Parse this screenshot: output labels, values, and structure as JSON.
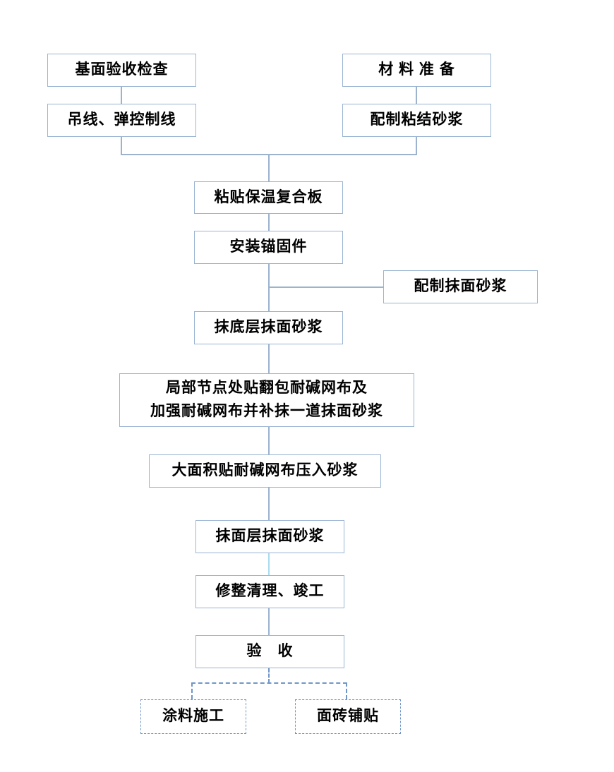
{
  "page": {
    "background": "#ffffff",
    "description": "External wall insulation composite board construction process flowchart"
  },
  "colors": {
    "box_border": "#99b4d2",
    "connector": "#9cb2cd",
    "connector_highlight": "#a9dcee",
    "dashed_connector": "#7096c8",
    "text": "#000000"
  },
  "flowchart": {
    "nodes": {
      "base_inspection": "基面验收检查",
      "material_prep": "材 料 准 备",
      "hang_control_lines": "吊线、弹控制线",
      "bonding_mortar_prep": "配制粘结砂浆",
      "paste_insulation_board": "粘贴保温复合板",
      "install_anchors": "安装锚固件",
      "plaster_mortar_prep": "配制抹面砂浆",
      "base_coat_plaster": "抹底层抹面砂浆",
      "local_node_mesh": "局部节点处贴翻包耐碱网布及\n加强耐碱网布并补抹一道抹面砂浆",
      "large_area_mesh": "大面积贴耐碱网布压入砂浆",
      "finish_coat_plaster": "抹面层抹面砂浆",
      "cleanup_completion": "修整清理、竣工",
      "acceptance": "验　收",
      "coating_work": "涂料施工",
      "tile_paving": "面砖铺贴"
    },
    "edges": [
      {
        "from": "base_inspection",
        "to": "hang_control_lines",
        "style": "solid"
      },
      {
        "from": "material_prep",
        "to": "bonding_mortar_prep",
        "style": "solid"
      },
      {
        "from": "hang_control_lines",
        "to": "paste_insulation_board",
        "style": "solid"
      },
      {
        "from": "bonding_mortar_prep",
        "to": "paste_insulation_board",
        "style": "solid"
      },
      {
        "from": "paste_insulation_board",
        "to": "install_anchors",
        "style": "solid"
      },
      {
        "from": "install_anchors",
        "to": "base_coat_plaster",
        "style": "solid"
      },
      {
        "from": "plaster_mortar_prep",
        "to": "base_coat_plaster",
        "style": "solid"
      },
      {
        "from": "base_coat_plaster",
        "to": "local_node_mesh",
        "style": "solid"
      },
      {
        "from": "local_node_mesh",
        "to": "large_area_mesh",
        "style": "solid"
      },
      {
        "from": "large_area_mesh",
        "to": "finish_coat_plaster",
        "style": "solid"
      },
      {
        "from": "finish_coat_plaster",
        "to": "cleanup_completion",
        "style": "solid-highlight"
      },
      {
        "from": "cleanup_completion",
        "to": "acceptance",
        "style": "solid"
      },
      {
        "from": "acceptance",
        "to": "coating_work",
        "style": "dashed"
      },
      {
        "from": "acceptance",
        "to": "tile_paving",
        "style": "dashed"
      }
    ]
  }
}
